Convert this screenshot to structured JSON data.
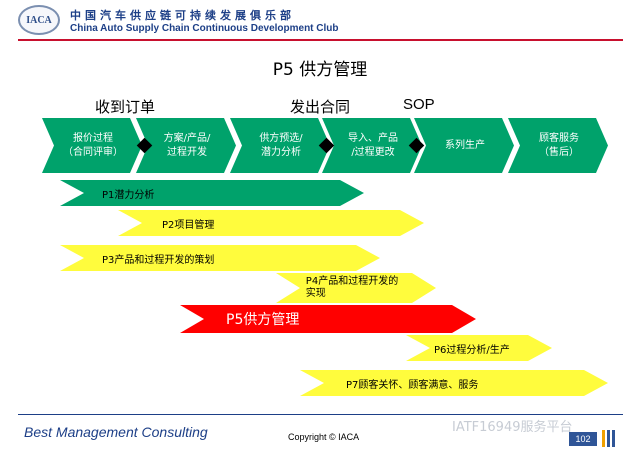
{
  "header": {
    "logo_text": "IACA",
    "club_cn": "中国汽车供应链可持续发展俱乐部",
    "club_en": "China Auto Supply Chain Continuous Development Club"
  },
  "title": "P5 供方管理",
  "milestones": {
    "order": "收到订单",
    "contract": "发出合同",
    "sop": "SOP"
  },
  "phases": [
    {
      "label": "报价过程\n（合同评审）"
    },
    {
      "label": "方案/产品/\n过程开发"
    },
    {
      "label": "供方预选/\n潜力分析"
    },
    {
      "label": "导入、产品\n/过程更改"
    },
    {
      "label": "系列生产"
    },
    {
      "label": "顾客服务\n（售后）"
    }
  ],
  "processes": {
    "p1": "P1潜力分析",
    "p2": "P2项目管理",
    "p3": "P3产品和过程开发的策划",
    "p4": "P4产品和过程开发的\n实现",
    "p5": "P5供方管理",
    "p6": "P6过程分析/生产",
    "p7": "P7顾客关怀、顾客满意、服务"
  },
  "footer": {
    "brand": "Best Management Consulting",
    "copyright": "Copyright © IACA",
    "watermark": "IATF16949服务平台",
    "page_number": "102"
  },
  "colors": {
    "phase_green": "#00a26b",
    "arrow_yellow": "#fffc3d",
    "highlight_red": "#ff0000",
    "brand_blue": "#1d3f87",
    "header_rule_red": "#c8102e"
  }
}
